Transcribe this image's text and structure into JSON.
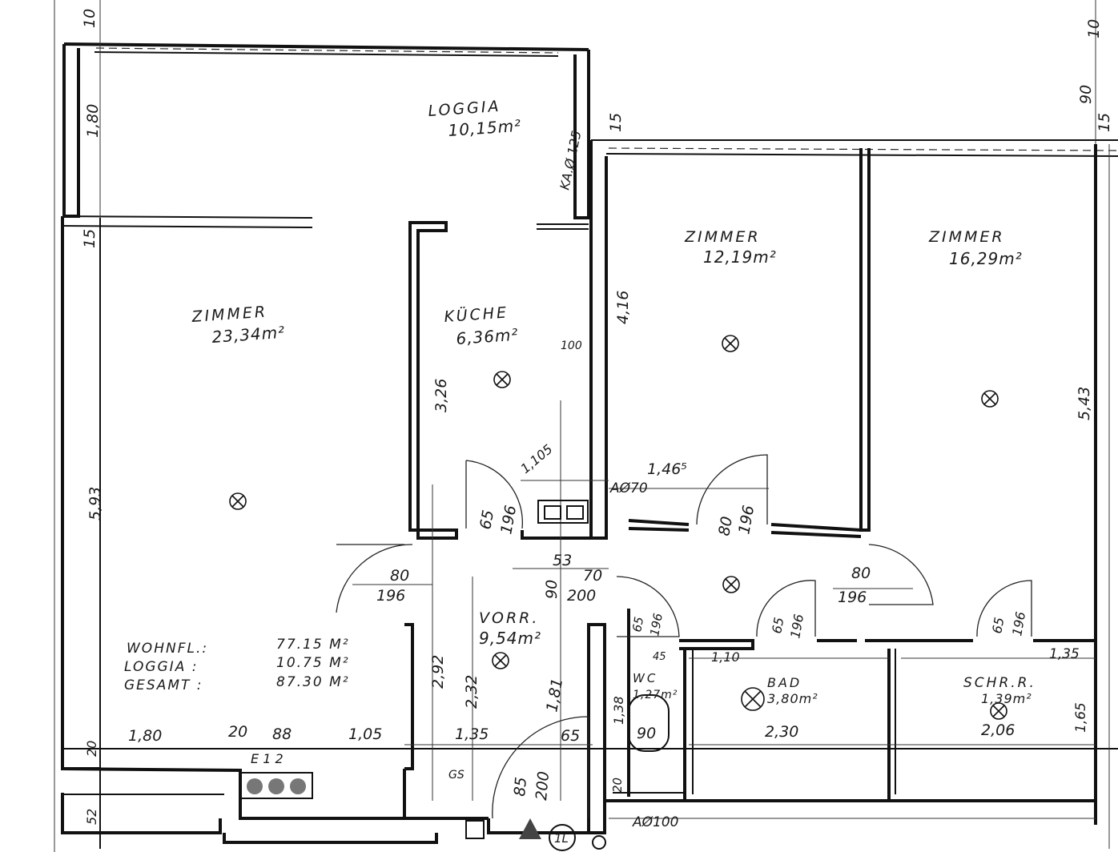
{
  "rooms": {
    "loggia": {
      "name": "LOGGIA",
      "area": "10,15m²"
    },
    "zimmer_large": {
      "name": "ZIMMER",
      "area": "23,34m²"
    },
    "kueche": {
      "name": "KÜCHE",
      "area": "6,36m²"
    },
    "zimmer_mid": {
      "name": "ZIMMER",
      "area": "12,19m²"
    },
    "zimmer_right": {
      "name": "ZIMMER",
      "area": "16,29m²"
    },
    "vorraum": {
      "name": "VORR.",
      "area": "9,54m²"
    },
    "wc": {
      "name": "WC",
      "area": "1,27m²"
    },
    "bad": {
      "name": "BAD",
      "area": "3,80m²"
    },
    "schrankraum": {
      "name": "SCHR.R.",
      "area": "1,39m²"
    }
  },
  "summary": {
    "wohnfl_label": "WOHNFL.:",
    "wohnfl_value": "77.15 M²",
    "loggia_label": "LOGGIA :",
    "loggia_value": "10.75 M²",
    "gesamt_label": "GESAMT :",
    "gesamt_value": "87.30 M²"
  },
  "dimensions": {
    "d_top_left": "10",
    "d_top_right": "10",
    "d_right_90": "90",
    "d_right_15": "15",
    "d_loggia_180": "1,80",
    "d_loggia_kante": "KA.Ø 125",
    "d_15_left": "15",
    "d_15_mid": "15",
    "d_593": "5,93",
    "d_326": "3,26",
    "d_416": "4,16",
    "d_543": "5,43",
    "d_100": "100",
    "d_1105": "1,105",
    "d_1465": "1,46⁵",
    "d_ao70": "AØ70",
    "d_kue_65": "65",
    "d_kue_196": "196",
    "d_z2_80": "80",
    "d_z2_196": "196",
    "d_z1_80": "80",
    "d_z1_196": "196",
    "d_53": "53",
    "d_90a": "90",
    "d_70": "70",
    "d_200": "200",
    "d_z3_80": "80",
    "d_z3_196": "196",
    "d_bad_65": "65",
    "d_bad_196": "196",
    "d_wc_65": "65",
    "d_wc_196": "196",
    "d_schr_65": "65",
    "d_schr_196": "196",
    "d_110": "1,10",
    "d_45": "45",
    "d_135a": "1,35",
    "d_292": "2,92",
    "d_232": "2,32",
    "d_135b": "1,35",
    "d_181": "1,81",
    "d_65": "65",
    "d_138": "1,38",
    "d_90b": "90",
    "d_230": "2,30",
    "d_206": "2,06",
    "d_165": "1,65",
    "d_180b": "1,80",
    "d_20a": "20",
    "d_88": "88",
    "d_105": "1,05",
    "d_20b": "20",
    "d_52": "52",
    "d_e12": "E 1 2",
    "d_gs": "GS",
    "d_85": "85",
    "d_200b": "200",
    "d_20c": "20",
    "d_ao100": "AØ100",
    "d_north": "1L"
  }
}
